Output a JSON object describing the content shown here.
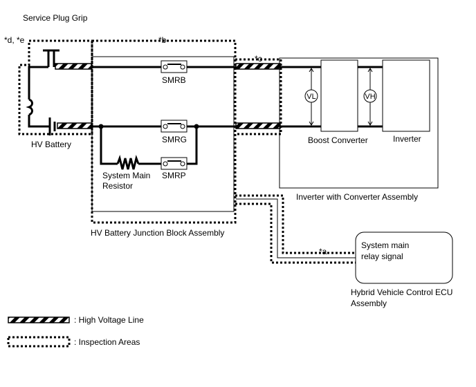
{
  "labels": {
    "service_plug_grip": "Service Plug Grip",
    "callout_de": "*d, *e",
    "callout_b": "*b",
    "callout_c": "*c",
    "callout_a": "*a",
    "hv_battery": "HV Battery",
    "smrb": "SMRB",
    "smrg": "SMRG",
    "smrp": "SMRP",
    "resistor_line1": "System Main",
    "resistor_line2": "Resistor",
    "junction_block": "HV Battery Junction Block Assembly",
    "vl": "VL",
    "vh": "VH",
    "boost_converter": "Boost Converter",
    "inverter": "Inverter",
    "inverter_assembly": "Inverter with Converter Assembly",
    "ecu_text_line1": "System main",
    "ecu_text_line2": "relay signal",
    "ecu_name_line1": "Hybrid Vehicle Control ECU",
    "ecu_name_line2": "Assembly"
  },
  "legend": {
    "hv_line": ": High Voltage Line",
    "inspection": ": Inspection Areas"
  }
}
